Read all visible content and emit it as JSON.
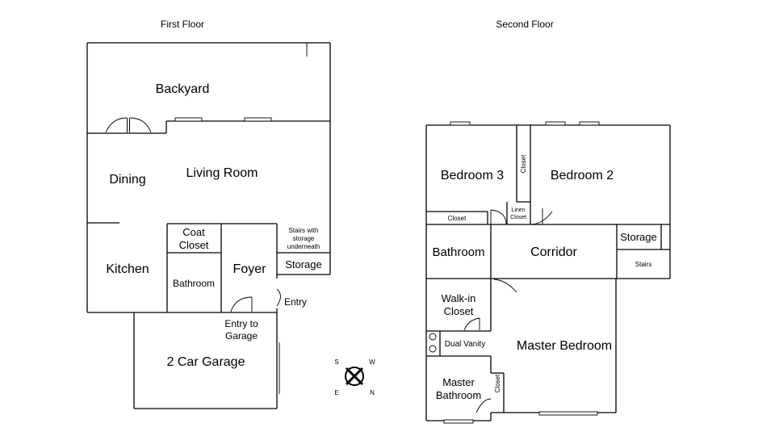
{
  "floors": {
    "first": {
      "title": "First Floor",
      "rooms": {
        "backyard": "Backyard",
        "dining": "Dining",
        "living_room": "Living Room",
        "kitchen": "Kitchen",
        "coat_closet": [
          "Coat",
          "Closet"
        ],
        "bathroom": "Bathroom",
        "foyer": "Foyer",
        "stairs_with_storage": [
          "Stairs with",
          "storage",
          "underneath"
        ],
        "storage": "Storage",
        "entry": "Entry",
        "entry_to_garage": [
          "Entry to",
          "Garage"
        ],
        "garage": "2 Car Garage"
      }
    },
    "second": {
      "title": "Second Floor",
      "rooms": {
        "bedroom3": "Bedroom 3",
        "closet_vertical_top": "Closet",
        "bedroom2": "Bedroom 2",
        "closet_horizontal": "Closet",
        "linen_closet": [
          "Linen",
          "Closet"
        ],
        "bathroom": "Bathroom",
        "corridor": "Corridor",
        "storage": "Storage",
        "stairs": "Stairs",
        "walk_in_closet": [
          "Walk-in",
          "Closet"
        ],
        "dual_vanity": "Dual Vanity",
        "master_bedroom": "Master Bedroom",
        "master_bathroom": [
          "Master",
          "Bathroom"
        ],
        "closet_vertical_bottom": "Closet"
      }
    }
  },
  "compass": {
    "s": "S",
    "w": "W",
    "e": "E",
    "n": "N"
  }
}
